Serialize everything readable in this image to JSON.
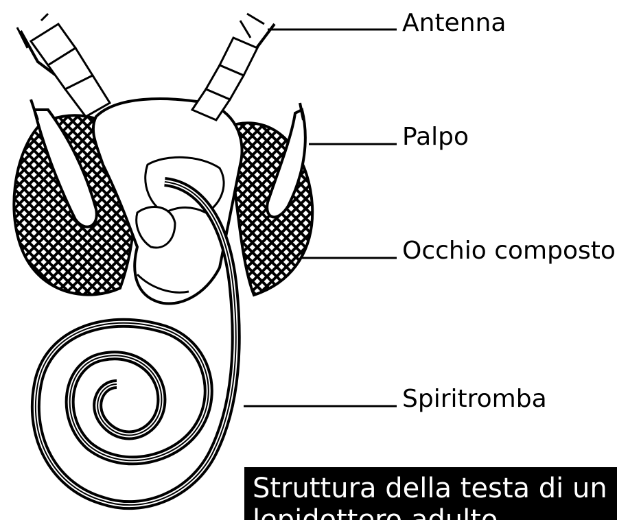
{
  "labels": {
    "antenna": "Antenna",
    "palpo": "Palpo",
    "occhio": "Occhio composto",
    "spiritromba": "Spiritromba"
  },
  "caption": "Struttura della testa di un\nlepidottero adulto"
}
